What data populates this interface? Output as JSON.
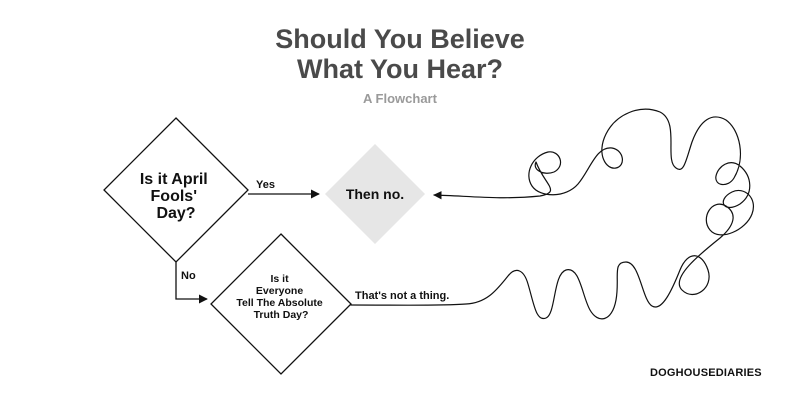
{
  "title": {
    "line1": "Should You Believe",
    "line2": "What You Hear?"
  },
  "subtitle": "A Flowchart",
  "nodes": {
    "april_fools": [
      "Is it April",
      "Fools'",
      "Day?"
    ],
    "then_no": "Then no.",
    "truth_day": [
      "Is it",
      "Everyone",
      "Tell The Absolute",
      "Truth Day?"
    ]
  },
  "edges": {
    "yes": "Yes",
    "no": "No",
    "not_a_thing": "That's not a thing."
  },
  "credit": "DOGHOUSEDIARIES",
  "colors": {
    "title": "#4a4a4a",
    "subtitle": "#9a9a9a",
    "answer_fill": "#e6e6e6",
    "ink": "#111111"
  }
}
